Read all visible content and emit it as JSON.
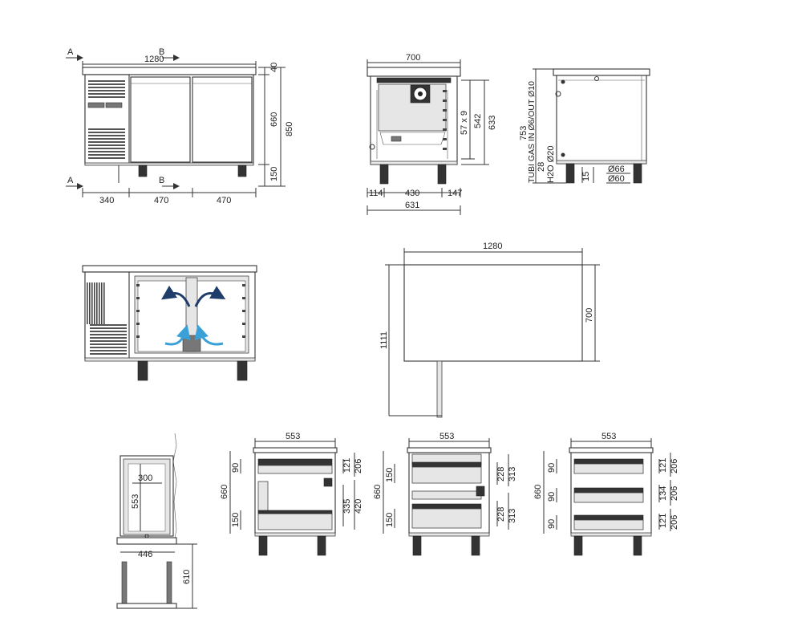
{
  "views": {
    "front": {
      "section_a": "A",
      "section_b": "B",
      "width_total": "1280",
      "top_thickness": "40",
      "cabinet_height": "660",
      "total_height": "850",
      "leg_height": "150",
      "comp_width": "340",
      "door1_width": "470",
      "door2_width": "470"
    },
    "side_section": {
      "depth_top": "700",
      "grid": "57 x 9",
      "inner_height": "542",
      "inner_height2": "633",
      "left_offset": "114",
      "leg_spacing": "430",
      "right_offset": "147",
      "base_depth": "631"
    },
    "side_right": {
      "height_total": "753",
      "pipes_label": "TUBI GAS IN Ø6/OUT Ø10",
      "h2o_label": "H2O Ø20",
      "dim_28": "28",
      "dim_15": "15",
      "dia_66": "Ø66",
      "dia_60": "Ø60"
    },
    "plan": {
      "width": "1280",
      "depth": "700",
      "open_depth": "1111"
    },
    "door_detail": {
      "inner_width": "300",
      "inner_height": "553",
      "outer_width": "446",
      "drawer_depth": "610"
    },
    "drawer_variants": [
      {
        "width": "553",
        "total_h": "660",
        "d90": "90",
        "d150": "150",
        "d121": "121",
        "d206": "206",
        "d335": "335",
        "d420": "420"
      },
      {
        "width": "553",
        "total_h": "660",
        "d150a": "150",
        "d150b": "150",
        "d228a": "228",
        "d313a": "313",
        "d228b": "228",
        "d313b": "313"
      },
      {
        "width": "553",
        "total_h": "660",
        "d90a": "90",
        "d90b": "90",
        "d90c": "90",
        "d121a": "121",
        "d206a": "206",
        "d134": "134",
        "d206b": "206",
        "d121c": "121",
        "d206c": "206"
      }
    ]
  },
  "colors": {
    "airflow_warm": "#1f3d6b",
    "airflow_cold": "#3aa0d8"
  }
}
